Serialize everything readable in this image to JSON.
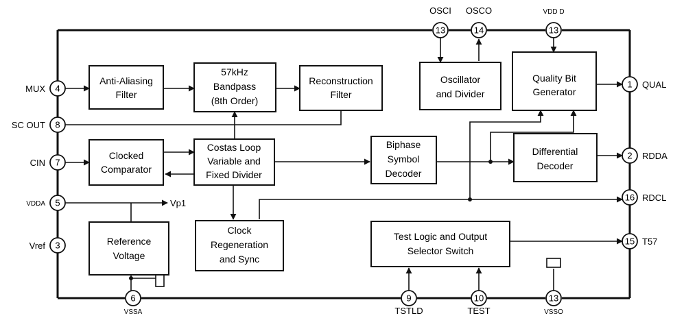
{
  "blocks": {
    "anti_aliasing": [
      "Anti-Aliasing",
      "Filter"
    ],
    "bandpass": [
      "57kHz",
      "Bandpass",
      "(8th Order)"
    ],
    "reconstruction": [
      "Reconstruction",
      "Filter"
    ],
    "oscillator": [
      "Oscillator",
      "and Divider"
    ],
    "quality_bit": [
      "Quality Bit",
      "Generator"
    ],
    "clocked_comparator": [
      "Clocked",
      "Comparator"
    ],
    "costas_loop": [
      "Costas Loop",
      "Variable and",
      "Fixed Divider"
    ],
    "biphase": [
      "Biphase",
      "Symbol",
      "Decoder"
    ],
    "differential": [
      "Differential",
      "Decoder"
    ],
    "clock_regen": [
      "Clock",
      "Regeneration",
      "and Sync"
    ],
    "reference": [
      "Reference",
      "Voltage"
    ],
    "test_logic": [
      "Test Logic and Output",
      "Selector Switch"
    ]
  },
  "pins": {
    "osci": {
      "num": "13",
      "label": "OSCI"
    },
    "osco": {
      "num": "14",
      "label": "OSCO"
    },
    "vddd": {
      "num": "13",
      "label": "VDD D"
    },
    "mux": {
      "num": "4",
      "label": "MUX"
    },
    "scout": {
      "num": "8",
      "label": "SC OUT"
    },
    "cin": {
      "num": "7",
      "label": "CIN"
    },
    "vdda": {
      "num": "5",
      "label": "VDDA"
    },
    "vref": {
      "num": "3",
      "label": "Vref"
    },
    "qual": {
      "num": "1",
      "label": "QUAL"
    },
    "rdda": {
      "num": "2",
      "label": "RDDA"
    },
    "rdcl": {
      "num": "16",
      "label": "RDCL"
    },
    "t57": {
      "num": "15",
      "label": "T57"
    },
    "vssa": {
      "num": "6",
      "label": "VSSA"
    },
    "tstld": {
      "num": "9",
      "label": "TSTLD"
    },
    "test": {
      "num": "10",
      "label": "TEST"
    },
    "vsso": {
      "num": "13",
      "label": "VSSO"
    }
  },
  "signals": {
    "vp1": "Vp1"
  }
}
